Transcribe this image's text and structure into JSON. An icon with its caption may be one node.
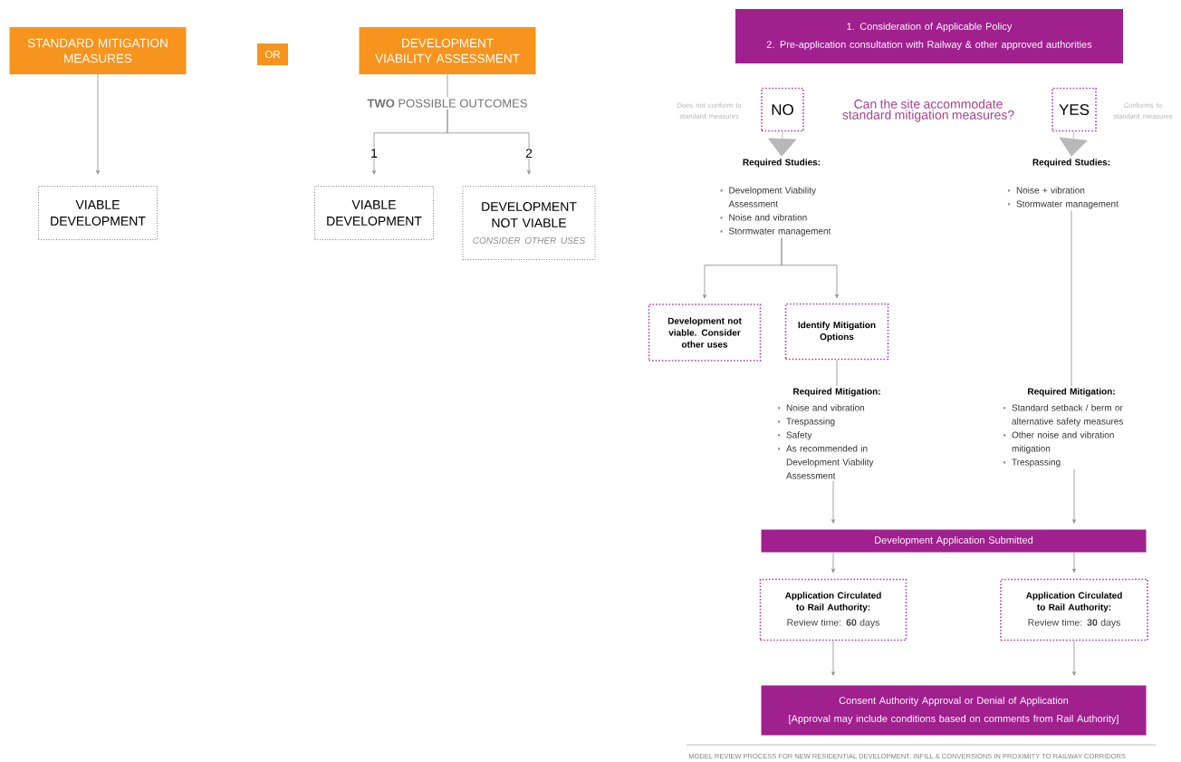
{
  "diagram": {
    "caption": "MODEL REVIEW PROCESS FOR NEW RESIDENTIAL DEVELOPMENT, INFILL & CONVERSIONS IN PROXIMITY TO RAILWAY CORRIDORS",
    "nodes": [
      {
        "text": [
          "STANDARD MITIGATION MEASURES"
        ]
      },
      {
        "text": [
          "OR"
        ]
      },
      {
        "text": [
          "DEVELOPMENT VIABILITY ASSESSMENT"
        ]
      },
      {
        "text": [
          "VIABLE DEVELOPMENT"
        ]
      },
      {
        "text": [
          "**TWO** POSSIBLE OUTCOMES"
        ]
      },
      {
        "text": [
          "VIABLE DEVELOPMENT"
        ]
      },
      {
        "text": [
          "DEVELOPMENT NOT VIABLE",
          "CONSIDER OTHER USES"
        ]
      },
      {
        "text": [
          "1. Consideration of Applicable Policy",
          "2. Pre-application consultation with Railway & other approved authorities"
        ]
      },
      {
        "text": [
          "NO"
        ],
        "beside": [
          "Does not conform to standard measures"
        ]
      },
      {
        "text": [
          "YES"
        ],
        "beside": [
          "Conforms to standard measures"
        ]
      },
      {
        "text": [
          "Required Studies:",
          "Development Viability Assessment",
          "Noise and vibration",
          "Stormwater management"
        ]
      },
      {
        "text": [
          "Required Studies:",
          "Noise + vibration",
          "Stormwater management"
        ]
      },
      {
        "text": [
          "Development not viable. Consider other uses"
        ]
      },
      {
        "text": [
          "Identify Mitigation Options"
        ]
      },
      {
        "text": [
          "Required Mitigation:",
          "Noise and vibration",
          "Trespassing",
          "Safety",
          "As recommended in Development Viability Assessment"
        ]
      },
      {
        "text": [
          "Required Mitigation:",
          "Standard setback / berm or alternative safety measures",
          "Other noise and vibration mitigation",
          "Trespassing"
        ]
      },
      {
        "text": [
          "Development Application Submitted"
        ]
      },
      {
        "text": [
          "Application Circulated to Rail Authority:",
          "Review time: **60** days"
        ]
      },
      {
        "text": [
          "Application Circulated to Rail Authority:",
          "Review time: **30** days"
        ]
      },
      {
        "text": [
          "Consent Authority Approval or Denial of Application",
          "[Approval may include conditions based on comments from Rail Authority]"
        ]
      }
    ],
    "edges": [
      {
        "from": 0,
        "to": 3,
        "arrow": "to"
      },
      {
        "from": 2,
        "to": 4,
        "arrow": "none"
      },
      {
        "from": 4,
        "to": 5,
        "arrow": "to",
        "label": "1"
      },
      {
        "from": 4,
        "to": 6,
        "arrow": "to",
        "label": "2"
      },
      {
        "from": 8,
        "to": 10,
        "arrow": "to"
      },
      {
        "from": 9,
        "to": 11,
        "arrow": "to"
      },
      {
        "from": 10,
        "to": 12,
        "arrow": "to"
      },
      {
        "from": 10,
        "to": 13,
        "arrow": "to"
      },
      {
        "from": 13,
        "to": 14,
        "arrow": "none"
      },
      {
        "from": 11,
        "to": 15,
        "arrow": "none"
      },
      {
        "from": 14,
        "to": 16,
        "arrow": "to"
      },
      {
        "from": 15,
        "to": 16,
        "arrow": "to"
      },
      {
        "from": 16,
        "to": 17,
        "arrow": "to"
      },
      {
        "from": 16,
        "to": 18,
        "arrow": "to"
      },
      {
        "from": 17,
        "to": 19,
        "arrow": "to"
      },
      {
        "from": 18,
        "to": 19,
        "arrow": "to"
      }
    ],
    "labels": [
      "Can the site accommodate standard mitigation measures?"
    ]
  }
}
